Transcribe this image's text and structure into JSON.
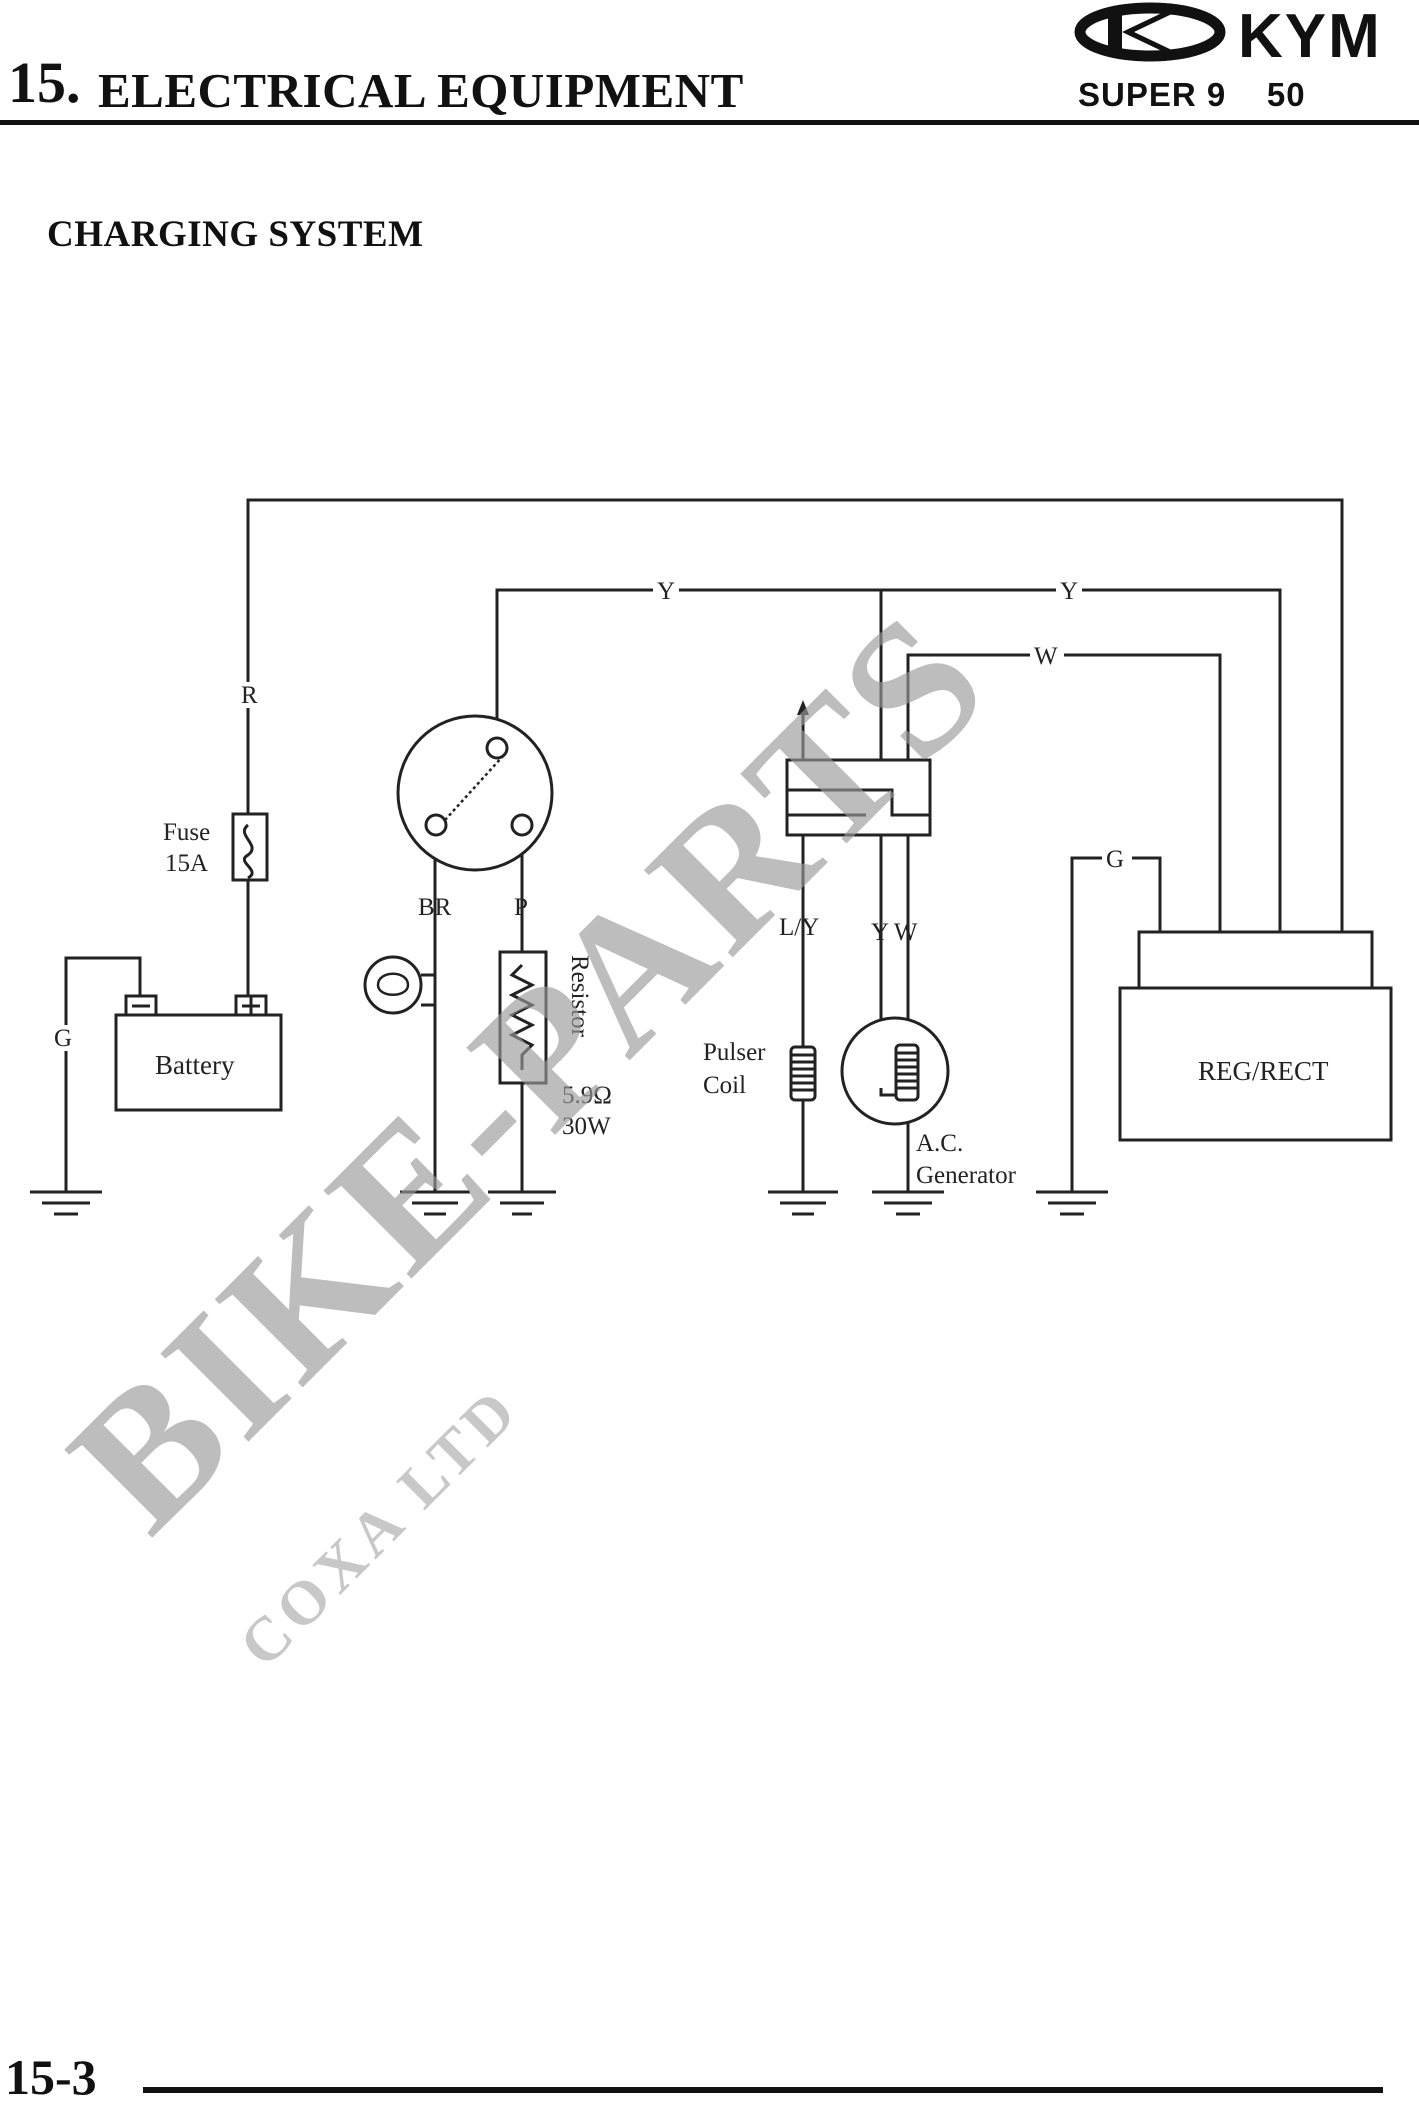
{
  "header": {
    "section_number": "15.",
    "section_title": "ELECTRICAL EQUIPMENT",
    "brand": "KYM",
    "model": "SUPER 9    50"
  },
  "page": {
    "heading": "CHARGING SYSTEM",
    "page_number": "15-3"
  },
  "diagram": {
    "wires": {
      "red": "R",
      "yellow_top": "Y",
      "yellow_right": "Y",
      "white": "W",
      "ground_left": "G",
      "ground_right": "G",
      "brown": "BR",
      "pink": "P",
      "light_blue_yellow": "L/Y",
      "yellow_white": "Y W"
    },
    "components": {
      "fuse": [
        "Fuse",
        "15A"
      ],
      "battery": "Battery",
      "resistor": "Resistor",
      "resistor_value": [
        "5.9Ω",
        "30W"
      ],
      "pulser_coil": [
        "Pulser",
        "Coil"
      ],
      "ac_generator": [
        "A.C.",
        "Generator"
      ],
      "regulator": "REG/RECT"
    }
  },
  "watermark": {
    "main": "BIKE-PARTS",
    "sub": "COXA LTD"
  }
}
